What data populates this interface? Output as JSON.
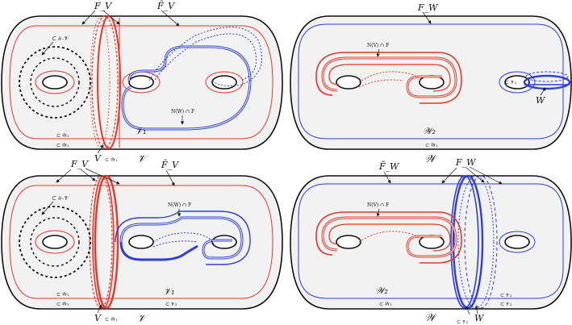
{
  "colors": {
    "surface_outline": "#111111",
    "surface_fill": "#f2f2f2",
    "v_curves": "#e0392b",
    "w_curves": "#2f3fd8",
    "dashed_black": "#111111"
  },
  "panels": {
    "top_left": {
      "F_V": "F_V",
      "bar_F_V": "F̄_V",
      "boundary_V": "⊂ ∂₋𝒱",
      "NW_cap_F": "N(W) ∩ F",
      "calV1": "𝒱₁",
      "W1_a": "⊂ 𝒲₁",
      "W1_b": "⊂ 𝒲₁",
      "V": "V",
      "subW1": "⊂ 𝒲₁",
      "calV": "𝒱"
    },
    "top_right": {
      "F_W": "F_W",
      "NV_cap_F": "N(V) ∩ F",
      "subV2": "⊂ 𝒱₂",
      "W": "W",
      "calW2": "𝒲₂",
      "W1": "⊂ 𝒲₁",
      "calW": "𝒲"
    },
    "bottom_left": {
      "F_V": "F_V",
      "bar_F_V": "F̄_V",
      "boundary_V": "⊂ ∂₋𝒱",
      "NW_cap_F": "N(W) ∩ F",
      "calV1": "𝒱₁",
      "W1_a": "⊂ 𝒲₁",
      "W1_b": "⊂ 𝒲₁",
      "V2": "⊂ 𝒱₂",
      "V": "V",
      "subW1": "⊂ 𝒲₁",
      "calV": "𝒱"
    },
    "bottom_right": {
      "bar_F_W": "F̄_W",
      "F_W": "F_W",
      "NV_cap_F": "N(V) ∩ F",
      "calW2": "𝒲₂",
      "W1": "⊂ 𝒲₁",
      "V2_a": "⊂ 𝒱₂",
      "V2_b": "⊂ 𝒱₂",
      "subV2": "⊂ 𝒱₂",
      "W": "W",
      "calW": "𝒲"
    }
  }
}
